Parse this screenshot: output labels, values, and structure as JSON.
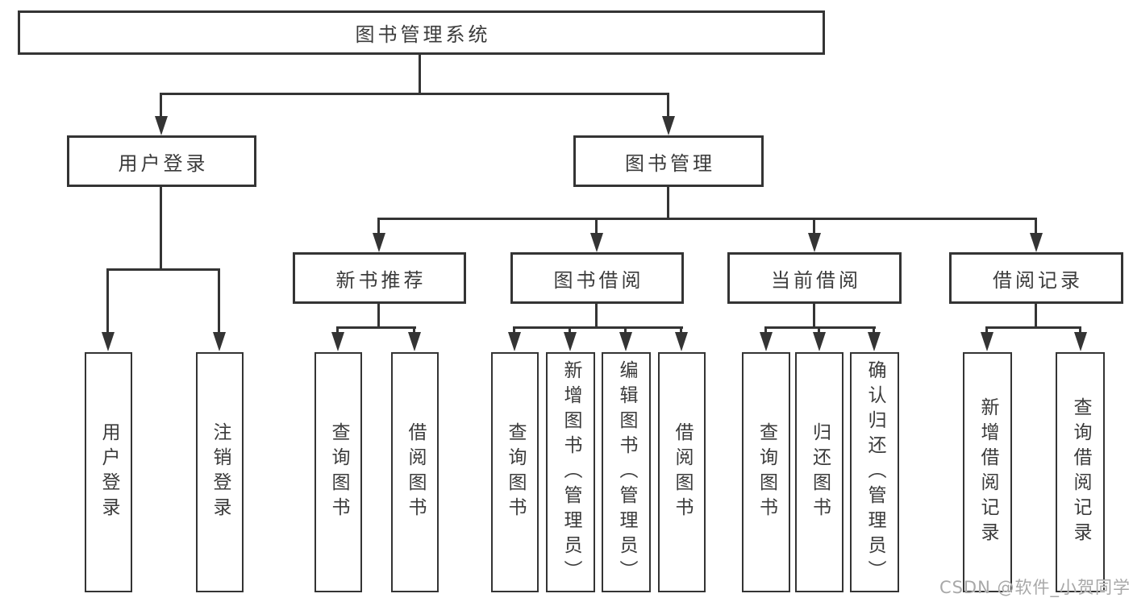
{
  "colors": {
    "line": "#343434",
    "text": "#3b3b3b",
    "watermark": "#a8a8a8",
    "background": "#ffffff"
  },
  "diagram": {
    "root": {
      "label": "图书管理系统"
    },
    "level2": [
      {
        "label": "用户登录"
      },
      {
        "label": "图书管理"
      }
    ],
    "level3": [
      {
        "label": "新书推荐"
      },
      {
        "label": "图书借阅"
      },
      {
        "label": "当前借阅"
      },
      {
        "label": "借阅记录"
      }
    ],
    "leaves": [
      {
        "label": "用户登录"
      },
      {
        "label": "注销登录"
      },
      {
        "label": "查询图书"
      },
      {
        "label": "借阅图书"
      },
      {
        "label": "查询图书"
      },
      {
        "label": "新增图书（管理员）"
      },
      {
        "label": "编辑图书（管理员）"
      },
      {
        "label": "借阅图书"
      },
      {
        "label": "查询图书"
      },
      {
        "label": "归还图书"
      },
      {
        "label": "确认归还（管理员）"
      },
      {
        "label": "新增借阅记录"
      },
      {
        "label": "查询借阅记录"
      }
    ]
  },
  "watermark": {
    "text": "CSDN @软件_小贺同学"
  }
}
